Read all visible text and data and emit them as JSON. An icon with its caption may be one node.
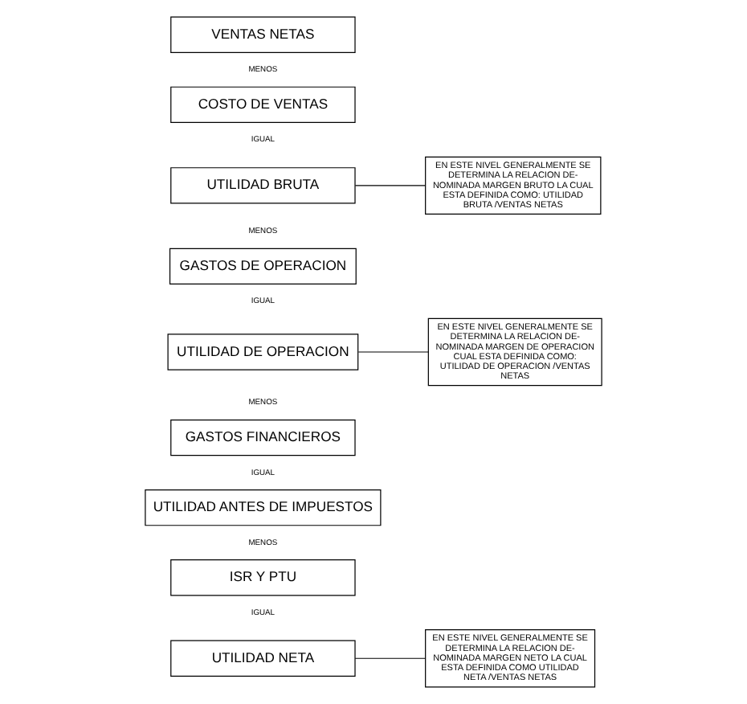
{
  "diagram": {
    "nodes": [
      {
        "text": [
          "VENTAS NETAS"
        ]
      },
      {
        "text": [
          "COSTO DE VENTAS"
        ]
      },
      {
        "text": [
          "UTILIDAD BRUTA"
        ]
      },
      {
        "text": [
          "EN ESTE NIVEL GENERALMENTE SE DETERMINA LA RELACION DE- NOMINADA MARGEN BRUTO LA CUAL ESTA DEFINIDA COMO: UTILIDAD BRUTA /VENTAS NETAS"
        ]
      },
      {
        "text": [
          "GASTOS DE OPERACION"
        ]
      },
      {
        "text": [
          "UTILIDAD DE OPERACION"
        ]
      },
      {
        "text": [
          "EN ESTE NIVEL GENERALMENTE SE DETERMINA LA RELACION DE- NOMINADA MARGEN DE OPERACION CUAL ESTA DEFINIDA COMO: UTILIDAD DE OPERACION /VENTAS NETAS"
        ]
      },
      {
        "text": [
          "GASTOS FINANCIEROS"
        ]
      },
      {
        "text": [
          "UTILIDAD ANTES DE IMPUESTOS"
        ]
      },
      {
        "text": [
          "ISR Y PTU"
        ]
      },
      {
        "text": [
          "UTILIDAD NETA"
        ]
      },
      {
        "text": [
          "EN ESTE NIVEL GENERALMENTE SE DETERMINA LA RELACION DE- NOMINADA MARGEN NETO LA CUAL ESTA DEFINIDA COMO UTILIDAD NETA /VENTAS NETAS"
        ]
      }
    ],
    "edges": [
      {
        "from": 2,
        "to": 3,
        "arrow": "none"
      },
      {
        "from": 5,
        "to": 6,
        "arrow": "none"
      },
      {
        "from": 10,
        "to": 11,
        "arrow": "none"
      }
    ],
    "labels": [
      "MENOS",
      "IGUAL",
      "MENOS",
      "IGUAL",
      "MENOS",
      "IGUAL",
      "MENOS",
      "IGUAL"
    ]
  }
}
